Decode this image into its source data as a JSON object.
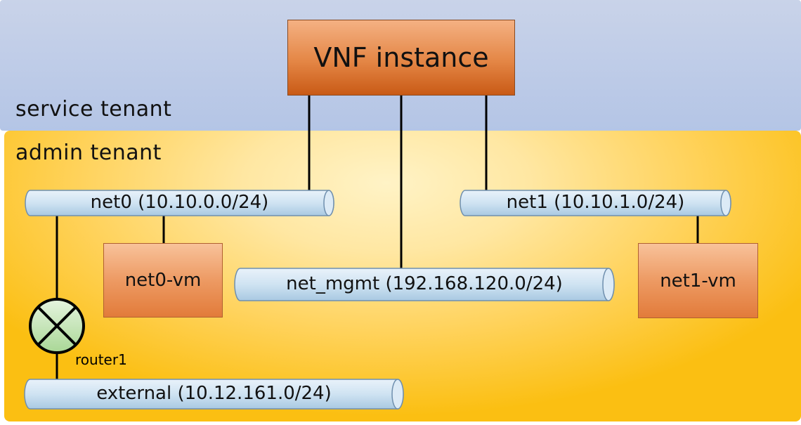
{
  "tenants": {
    "service": "service tenant",
    "admin": "admin tenant"
  },
  "vnf": {
    "label": "VNF instance"
  },
  "networks": {
    "net0": "net0 (10.10.0.0/24)",
    "net1": "net1 (10.10.1.0/24)",
    "net_mgmt": "net_mgmt (192.168.120.0/24)",
    "external": "external (10.12.161.0/24)"
  },
  "vms": {
    "net0_vm": "net0-vm",
    "net1_vm": "net1-vm"
  },
  "router": {
    "label": "router1"
  },
  "colors": {
    "service_tenant": "#b4c5e6",
    "admin_tenant": "#fbbf12",
    "vnf": "#e48645",
    "network_pipe": "#cfe3f2",
    "router": "#c6e6b8"
  }
}
